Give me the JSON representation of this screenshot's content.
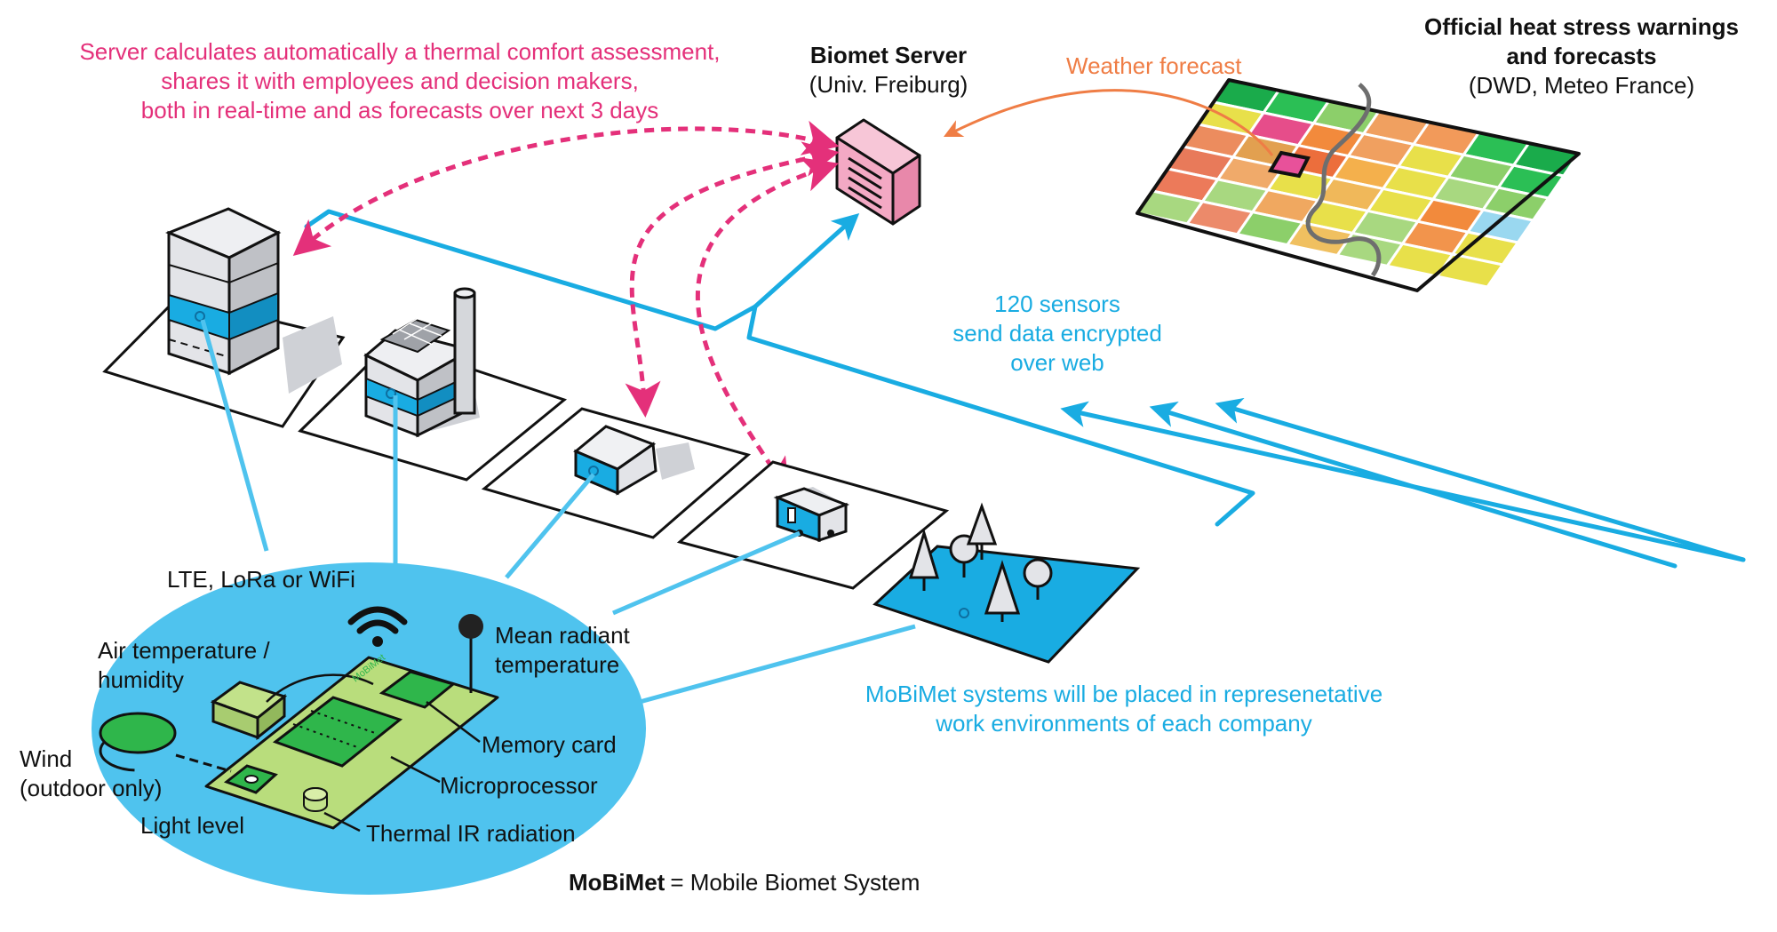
{
  "server": {
    "title": "Biomet Server",
    "subtitle": "(Univ. Freiburg)"
  },
  "warnings": {
    "title_line1": "Official heat stress warnings",
    "title_line2": "and forecasts",
    "subtitle": "(DWD, Meteo France)"
  },
  "weather_forecast": "Weather forecast",
  "assessment_text": [
    "Server calculates automatically a thermal comfort assessment,",
    "shares it with employees and decision makers,",
    "both in real-time and as forecasts over next 3 days"
  ],
  "sensors_text": [
    "120 sensors",
    "send data encrypted",
    "over web"
  ],
  "placement_text": [
    "MoBiMet systems will be placed in represenetative",
    "work environments of each company"
  ],
  "board_label": "MoBiMet",
  "components": {
    "connectivity": "LTE, LoRa or WiFi",
    "air_temp_line1": "Air temperature /",
    "air_temp_line2": "humidity",
    "mrt_line1": "Mean radiant",
    "mrt_line2": "temperature",
    "wind_line1": "Wind",
    "wind_line2": "(outdoor only)",
    "memory": "Memory card",
    "microprocessor": "Microprocessor",
    "light": "Light level",
    "thermal_ir": "Thermal IR radiation"
  },
  "definition": {
    "term": "MoBiMet",
    "rest": "= Mobile Biomet System"
  },
  "colors": {
    "pink": "#e4307a",
    "cyan": "#19ace2",
    "light_cyan": "#4fc3ee",
    "orange": "#ef7d45",
    "board_green": "#b9dd7c",
    "chip_green": "#2fb64b",
    "server_pink": "#f3a9c4"
  },
  "forecast_grid": [
    [
      "#1aab4b",
      "#2bbf55",
      "#8ccf6a",
      "#f0a060",
      "#f29a5a",
      "#2bbf55",
      "#1aab4b"
    ],
    [
      "#e8e04a",
      "#e64d8a",
      "#f28a3c",
      "#f0a060",
      "#e8e04a",
      "#8ccf6a",
      "#2bbf55"
    ],
    [
      "#ec8c5e",
      "#e2a050",
      "#ec6e3c",
      "#f4b04c",
      "#e8e04a",
      "#a8d880",
      "#8ccf6a"
    ],
    [
      "#e87a5a",
      "#f0aa6a",
      "#e8e04a",
      "#f0b85a",
      "#e8e04a",
      "#f28a3c",
      "#9ad8f0"
    ],
    [
      "#ec7a5a",
      "#a8d880",
      "#f0a860",
      "#e8e04a",
      "#a8d880",
      "#f2944c",
      "#e8e04a"
    ],
    [
      "#a8d880",
      "#ec8a6a",
      "#8ccf6a",
      "#f0c060",
      "#a8d880",
      "#e8e04a",
      "#e8e04a"
    ]
  ]
}
